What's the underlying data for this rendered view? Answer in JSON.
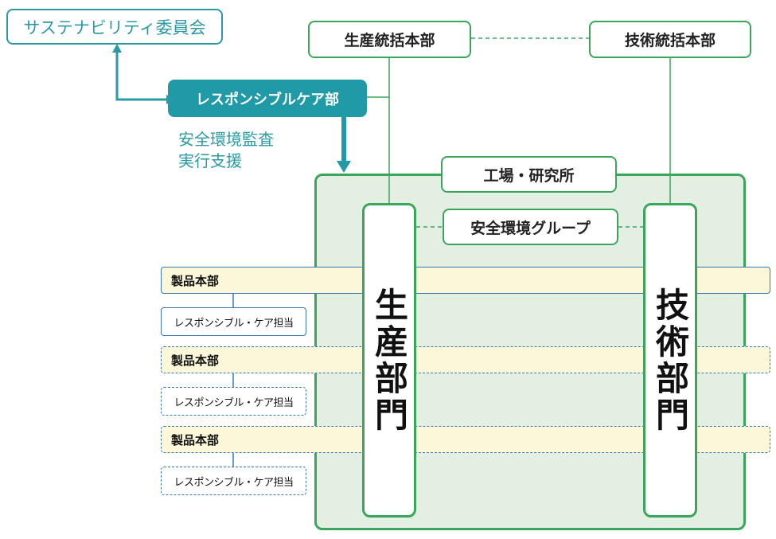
{
  "sustainability_committee": "サステナビリティ委員会",
  "responsible_care_dept": "レスポンシブルケア部",
  "audit_support": [
    "安全環境監査",
    "実行支援"
  ],
  "production_hq": "生産統括本部",
  "technology_hq": "技術統括本部",
  "plant_lab": "工場・研究所",
  "safety_env_group": "安全環境グループ",
  "production_dept": "生産部門",
  "technology_dept": "技術部門",
  "product_divisions": [
    {
      "name": "製品本部",
      "resp": "レスポンシブル・ケア担当"
    },
    {
      "name": "製品本部",
      "resp": "レスポンシブル・ケア担当"
    },
    {
      "name": "製品本部",
      "resp": "レスポンシブル・ケア担当"
    }
  ],
  "colors": {
    "teal": "#1f9aa6",
    "green": "#3aa65a",
    "blue": "#3a78b5",
    "cream": "#fbf7d8",
    "plant_bg": "#e4efe4"
  }
}
